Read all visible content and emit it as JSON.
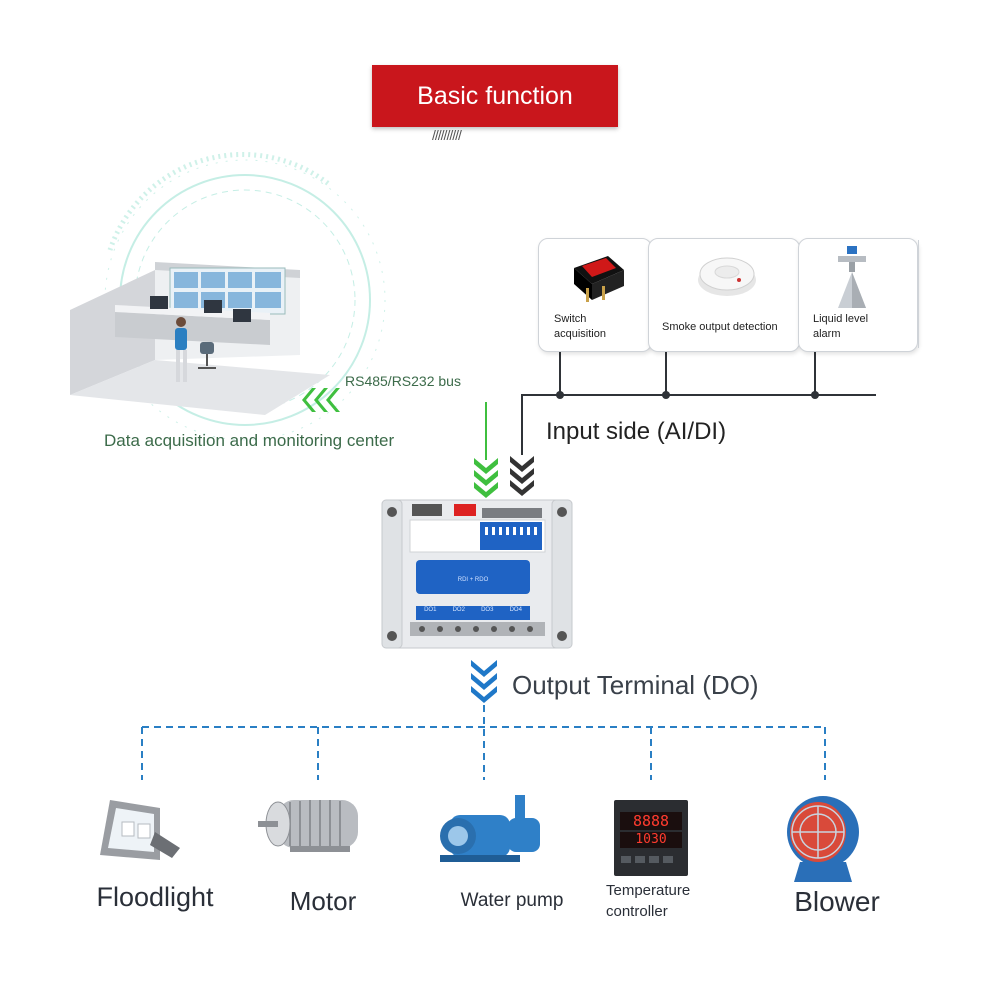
{
  "title": {
    "text": "Basic function",
    "hatch": "//////////"
  },
  "monitoring": {
    "caption": "Data acquisition and monitoring center",
    "bus_label": "RS485/RS232 bus"
  },
  "input": {
    "side_label": "Input side (AI/DI)",
    "cards": [
      {
        "label": "Switch\nacquisition",
        "icon": "rocker-switch-icon"
      },
      {
        "label": "Smoke output detection",
        "icon": "smoke-detector-icon"
      },
      {
        "label": "Liquid level\nalarm",
        "icon": "liquid-level-sensor-icon"
      }
    ]
  },
  "device": {
    "panel_text": "RDI + RDO",
    "slot_labels": [
      "DO1",
      "DO2",
      "DO3",
      "DO4"
    ]
  },
  "output": {
    "terminal_label": "Output Terminal (DO)",
    "devices": [
      {
        "label": "Floodlight",
        "icon": "floodlight-icon"
      },
      {
        "label": "Motor",
        "icon": "motor-icon"
      },
      {
        "label": "Water pump",
        "icon": "water-pump-icon"
      },
      {
        "label": "Temperature\ncontroller",
        "icon": "temperature-controller-icon",
        "display": "8888",
        "display2": "1030"
      },
      {
        "label": "Blower",
        "icon": "blower-icon"
      }
    ]
  },
  "colors": {
    "banner": "#c9161c",
    "green_arrow": "#3fbf3f",
    "dark_arrow": "#333333",
    "blue_arrow": "#1f78c8",
    "dashed_line": "#2a7fc4"
  }
}
